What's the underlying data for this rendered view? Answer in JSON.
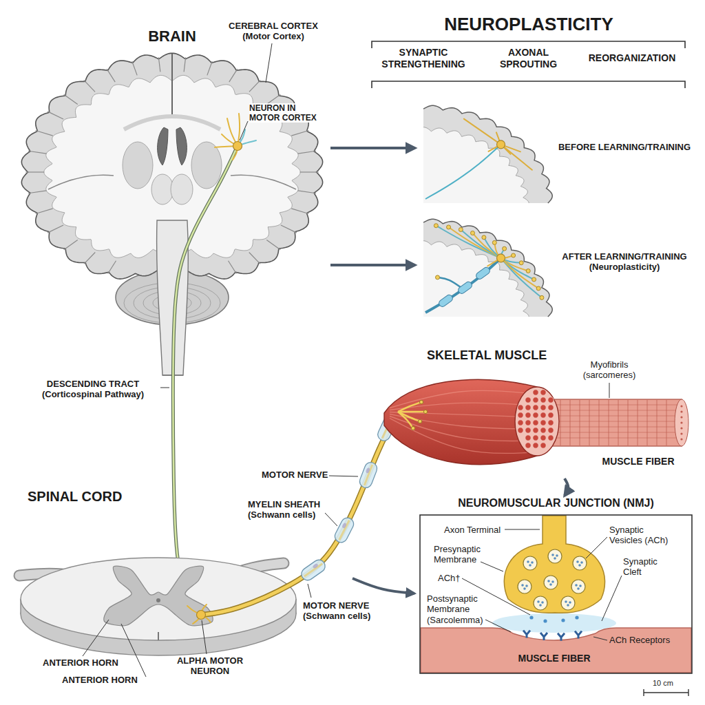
{
  "diagram": {
    "nodes": [
      {
        "text": [
          "BRAIN"
        ]
      },
      {
        "text": [
          "BEFORE LEARNING/TRAINING"
        ]
      },
      {
        "text": [
          "AFTER LEARNING/TRAINING (Neuroplasticity)"
        ]
      },
      {
        "text": [
          "SKELETAL MUSCLE"
        ]
      },
      {
        "text": [
          "NEUROMUSCULAR JUNCTION (NMJ)"
        ]
      }
    ],
    "edges": [
      {
        "from": 0,
        "to": 1,
        "arrow": "to"
      },
      {
        "from": 0,
        "to": 2,
        "arrow": "to"
      },
      {
        "from": 3,
        "to": 4,
        "arrow": "to"
      }
    ],
    "labels": [
      "CEREBRAL CORTEX (Motor Cortex)",
      "NEURON IN MOTOR CORTEX",
      "NEUROPLASTICITY",
      "SYNAPTIC STRENGTHENING",
      "AXONAL SPROUTING",
      "REORGANIZATION",
      "DESCENDING TRACT (Corticospinal Pathway)",
      "Myofibrils (sarcomeres)",
      "MUSCLE FIBER",
      "MOTOR NERVE",
      "MYELIN SHEATH (Schwann cells)",
      "SPINAL CORD",
      "MOTOR NERVE (Schwann cells)",
      "Axon Terminal",
      "Presynaptic Membrane",
      "Synaptic Vesicles (ACh)",
      "Synaptic Cleft",
      "ACh†",
      "Postsynaptic Membrane (Sarcolemma)",
      "ACh Receptors",
      "MUSCLE FIBER",
      "ANTERIOR HORN",
      "ALPHA MOTOR NEURON",
      "ANTERIOR HORN",
      "10 cm"
    ]
  }
}
